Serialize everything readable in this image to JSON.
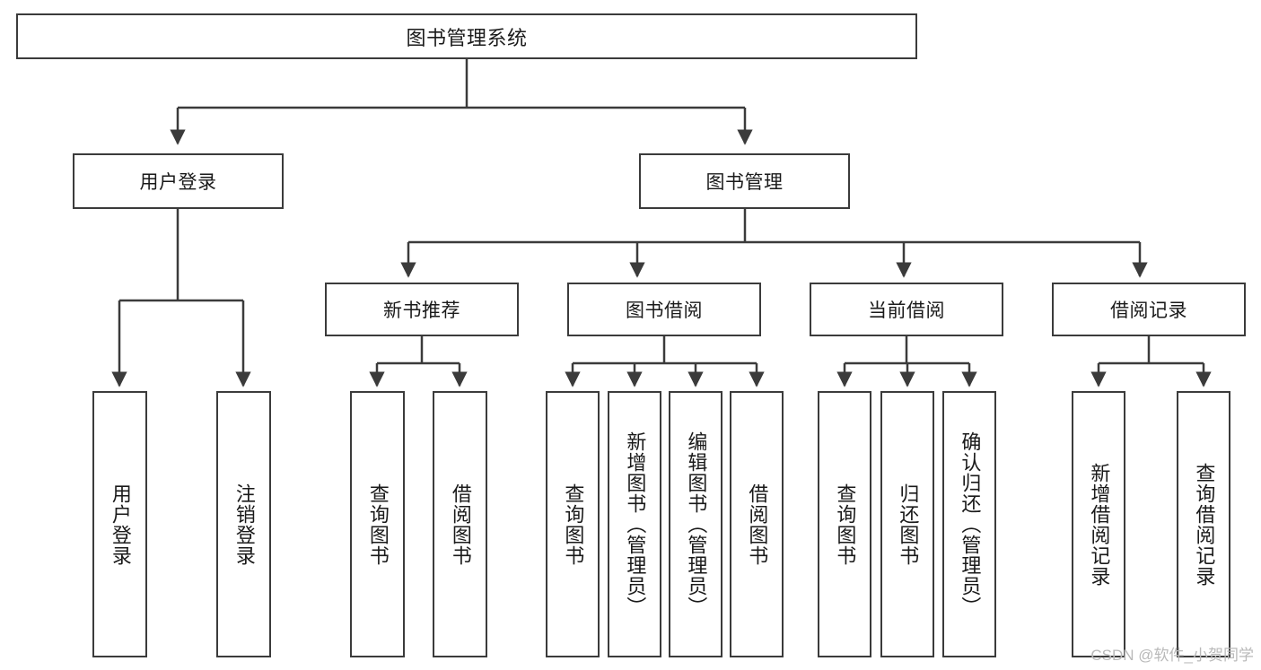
{
  "diagram": {
    "title": "图书管理系统",
    "type": "tree-hierarchy-diagram",
    "root": {
      "id": "root",
      "label": "图书管理系统"
    },
    "level2": [
      {
        "id": "user-login",
        "label": "用户登录"
      },
      {
        "id": "book-management",
        "label": "图书管理"
      }
    ],
    "level3": [
      {
        "id": "new-book-recommend",
        "label": "新书推荐"
      },
      {
        "id": "book-borrow",
        "label": "图书借阅"
      },
      {
        "id": "current-borrow",
        "label": "当前借阅"
      },
      {
        "id": "borrow-record",
        "label": "借阅记录"
      }
    ],
    "leaves": {
      "user_login": [
        {
          "id": "leaf-user-login",
          "label": "用户登录"
        },
        {
          "id": "leaf-logout-login",
          "label": "注销登录"
        }
      ],
      "new_book_recommend": [
        {
          "id": "leaf-query-book-1",
          "label": "查询图书"
        },
        {
          "id": "leaf-borrow-book-1",
          "label": "借阅图书"
        }
      ],
      "book_borrow": [
        {
          "id": "leaf-query-book-2",
          "label": "查询图书"
        },
        {
          "id": "leaf-add-book",
          "label": "新增图书（管理员）"
        },
        {
          "id": "leaf-edit-book",
          "label": "编辑图书（管理员）"
        },
        {
          "id": "leaf-borrow-book-2",
          "label": "借阅图书"
        }
      ],
      "current_borrow": [
        {
          "id": "leaf-query-book-3",
          "label": "查询图书"
        },
        {
          "id": "leaf-return-book",
          "label": "归还图书"
        },
        {
          "id": "leaf-confirm-return",
          "label": "确认归还（管理员）"
        }
      ],
      "borrow_record": [
        {
          "id": "leaf-add-borrow-record",
          "label": "新增借阅记录"
        },
        {
          "id": "leaf-query-borrow-record",
          "label": "查询借阅记录"
        }
      ]
    },
    "colors": {
      "stroke": "#3b3b3b",
      "background": "#ffffff",
      "text": "#1a1a1a",
      "watermark": "#b9b9b9"
    }
  },
  "watermark": {
    "text": "CSDN @软件_小贺同学"
  }
}
